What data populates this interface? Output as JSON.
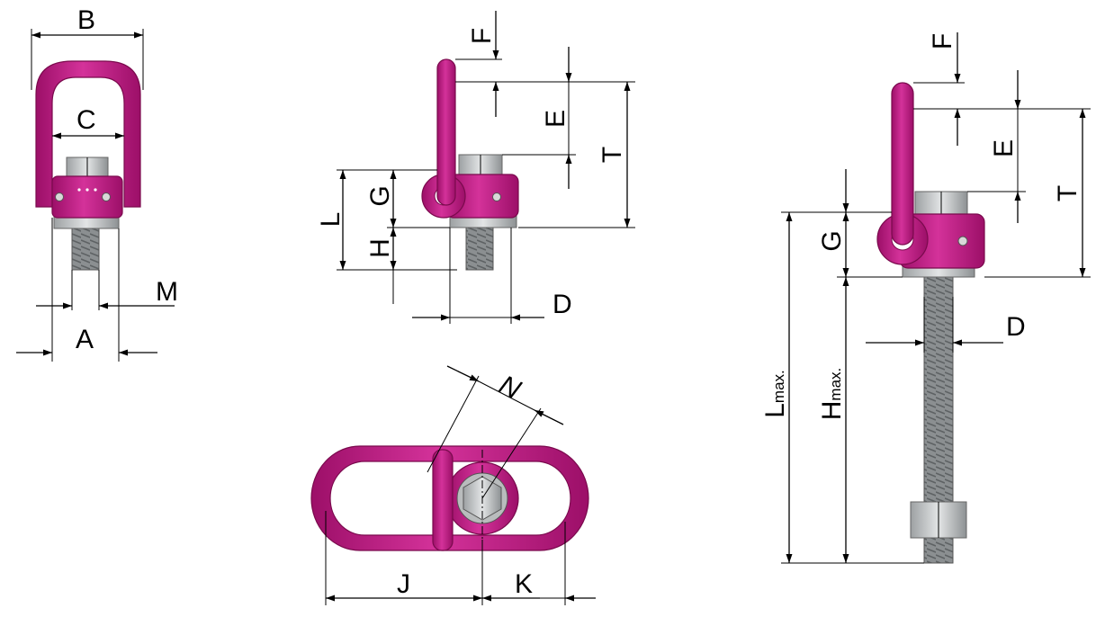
{
  "colors": {
    "magenta": "#c0167e",
    "magenta_dark": "#8e0d5c",
    "magenta_light": "#e04aa2",
    "steel": "#c9cbcc",
    "steel_dark": "#7f8385",
    "thread": "#8b8f91"
  },
  "views": {
    "front": {
      "labels": {
        "b": "B",
        "c": "C",
        "a": "A",
        "m": "M"
      }
    },
    "side": {
      "labels": {
        "f": "F",
        "e": "E",
        "t": "T",
        "l": "L",
        "g": "G",
        "h": "H",
        "d": "D"
      }
    },
    "top": {
      "labels": {
        "n": "N",
        "j": "J",
        "k": "K"
      }
    },
    "long": {
      "labels": {
        "f": "F",
        "e": "E",
        "t": "T",
        "g": "G",
        "d": "D",
        "l": "L",
        "l_sub": "max.",
        "h": "H",
        "h_sub": "max."
      }
    }
  }
}
